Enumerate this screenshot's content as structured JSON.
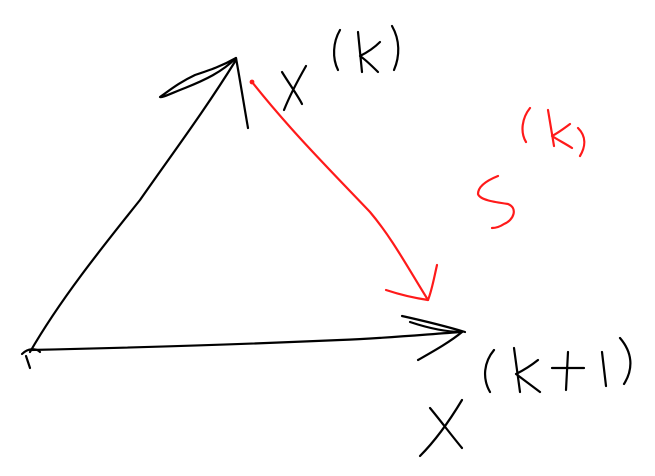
{
  "labels": {
    "top_vertex": "x(k)",
    "right_vertex": "x(k+1)",
    "step": "s(k)"
  },
  "colors": {
    "ink": "#000000",
    "step_ink": "#ff1a1a",
    "background": "#ffffff"
  }
}
